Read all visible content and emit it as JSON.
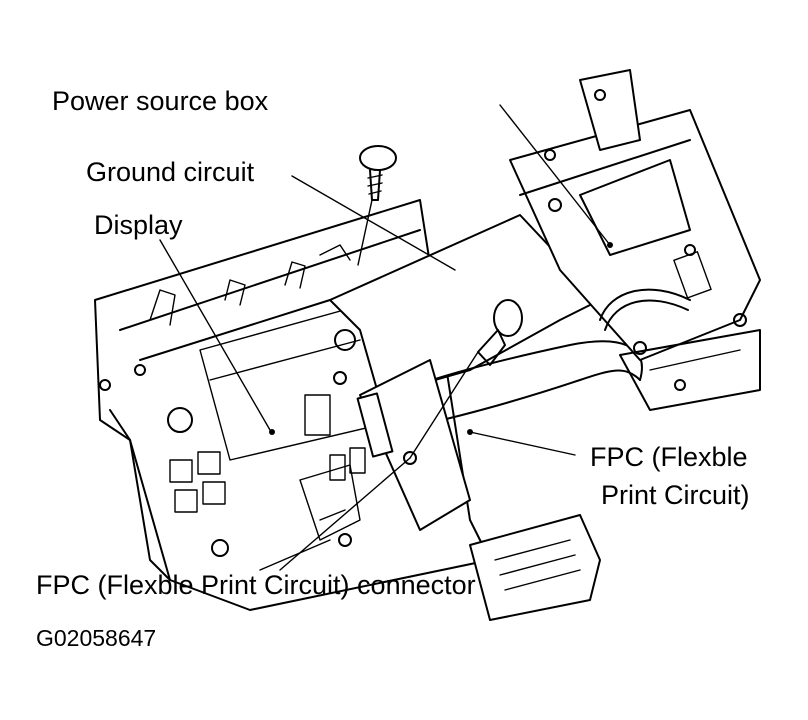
{
  "labels": {
    "power_source_box": "Power source box",
    "ground_circuit": "Ground circuit",
    "display": "Display",
    "fpc_line1": "FPC (Flexble",
    "fpc_line2": "Print Circuit)",
    "fpc_connector": "FPC (Flexble Print Circuit) connector"
  },
  "figure_code": "G02058647",
  "colors": {
    "line": "#000000",
    "background": "#ffffff"
  }
}
